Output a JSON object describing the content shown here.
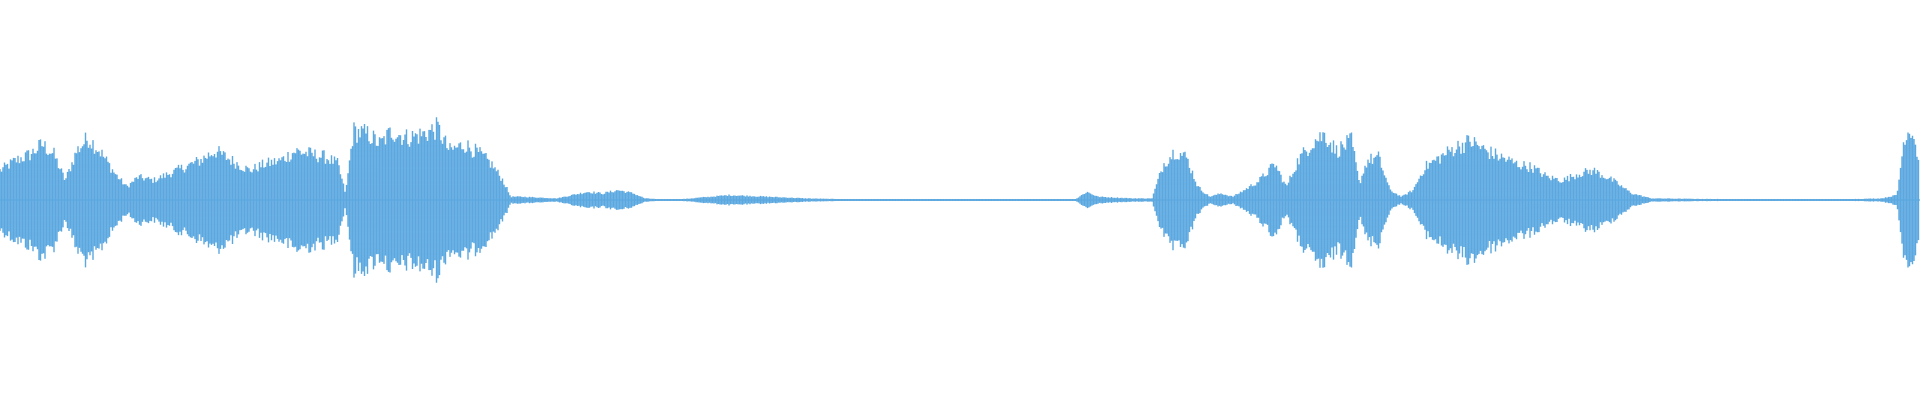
{
  "waveform": {
    "color": "#5BA8E0",
    "background": "#ffffff",
    "amplitude_envelope": [
      [
        0.0,
        0.18
      ],
      [
        0.008,
        0.24
      ],
      [
        0.016,
        0.28
      ],
      [
        0.022,
        0.34
      ],
      [
        0.028,
        0.28
      ],
      [
        0.034,
        0.12
      ],
      [
        0.04,
        0.3
      ],
      [
        0.046,
        0.38
      ],
      [
        0.052,
        0.3
      ],
      [
        0.06,
        0.16
      ],
      [
        0.066,
        0.08
      ],
      [
        0.072,
        0.14
      ],
      [
        0.08,
        0.12
      ],
      [
        0.088,
        0.16
      ],
      [
        0.096,
        0.2
      ],
      [
        0.104,
        0.24
      ],
      [
        0.112,
        0.3
      ],
      [
        0.118,
        0.26
      ],
      [
        0.124,
        0.22
      ],
      [
        0.13,
        0.18
      ],
      [
        0.138,
        0.22
      ],
      [
        0.146,
        0.24
      ],
      [
        0.154,
        0.3
      ],
      [
        0.162,
        0.28
      ],
      [
        0.17,
        0.26
      ],
      [
        0.176,
        0.22
      ],
      [
        0.18,
        0.04
      ],
      [
        0.184,
        0.42
      ],
      [
        0.192,
        0.4
      ],
      [
        0.198,
        0.34
      ],
      [
        0.204,
        0.42
      ],
      [
        0.212,
        0.38
      ],
      [
        0.22,
        0.4
      ],
      [
        0.228,
        0.44
      ],
      [
        0.234,
        0.3
      ],
      [
        0.242,
        0.34
      ],
      [
        0.25,
        0.28
      ],
      [
        0.256,
        0.22
      ],
      [
        0.262,
        0.12
      ],
      [
        0.266,
        0.02
      ],
      [
        0.272,
        0.02
      ],
      [
        0.29,
        0.01
      ],
      [
        0.306,
        0.05
      ],
      [
        0.314,
        0.04
      ],
      [
        0.322,
        0.06
      ],
      [
        0.33,
        0.04
      ],
      [
        0.336,
        0.01
      ],
      [
        0.35,
        0.0
      ],
      [
        0.36,
        0.01
      ],
      [
        0.38,
        0.03
      ],
      [
        0.4,
        0.02
      ],
      [
        0.42,
        0.01
      ],
      [
        0.44,
        0.005
      ],
      [
        0.5,
        0.003
      ],
      [
        0.56,
        0.003
      ],
      [
        0.566,
        0.05
      ],
      [
        0.572,
        0.02
      ],
      [
        0.59,
        0.01
      ],
      [
        0.6,
        0.01
      ],
      [
        0.606,
        0.22
      ],
      [
        0.612,
        0.3
      ],
      [
        0.618,
        0.26
      ],
      [
        0.624,
        0.08
      ],
      [
        0.63,
        0.02
      ],
      [
        0.636,
        0.04
      ],
      [
        0.642,
        0.02
      ],
      [
        0.648,
        0.06
      ],
      [
        0.656,
        0.12
      ],
      [
        0.664,
        0.22
      ],
      [
        0.67,
        0.08
      ],
      [
        0.676,
        0.24
      ],
      [
        0.684,
        0.36
      ],
      [
        0.69,
        0.4
      ],
      [
        0.696,
        0.3
      ],
      [
        0.704,
        0.36
      ],
      [
        0.708,
        0.1
      ],
      [
        0.712,
        0.24
      ],
      [
        0.718,
        0.26
      ],
      [
        0.724,
        0.06
      ],
      [
        0.73,
        0.02
      ],
      [
        0.736,
        0.06
      ],
      [
        0.742,
        0.2
      ],
      [
        0.75,
        0.26
      ],
      [
        0.758,
        0.32
      ],
      [
        0.766,
        0.36
      ],
      [
        0.774,
        0.3
      ],
      [
        0.782,
        0.26
      ],
      [
        0.79,
        0.22
      ],
      [
        0.798,
        0.2
      ],
      [
        0.806,
        0.14
      ],
      [
        0.814,
        0.12
      ],
      [
        0.822,
        0.16
      ],
      [
        0.83,
        0.18
      ],
      [
        0.84,
        0.12
      ],
      [
        0.85,
        0.04
      ],
      [
        0.86,
        0.01
      ],
      [
        0.9,
        0.005
      ],
      [
        0.96,
        0.004
      ],
      [
        0.98,
        0.01
      ],
      [
        0.988,
        0.03
      ],
      [
        0.992,
        0.4
      ],
      [
        0.996,
        0.44
      ],
      [
        1.0,
        0.2
      ]
    ]
  }
}
